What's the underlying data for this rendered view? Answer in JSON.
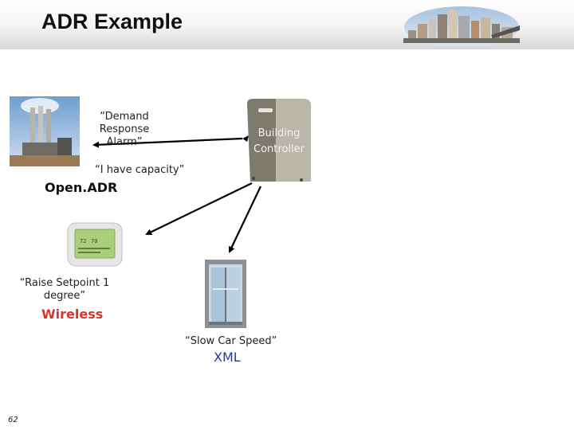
{
  "slide": {
    "title": "ADR Example",
    "page_number": "62"
  },
  "nodes": {
    "power_plant": {
      "icon": "power-plant-icon"
    },
    "building_controller": {
      "icon": "building-controller-icon",
      "label_line1": "Building",
      "label_line2": "Controller"
    },
    "thermostat": {
      "icon": "thermostat-icon"
    },
    "elevator": {
      "icon": "elevator-icon"
    }
  },
  "messages": {
    "demand_response": {
      "line1": "“Demand Response",
      "line2": "Alarm”"
    },
    "have_capacity": "“I have capacity”",
    "raise_setpoint": {
      "line1": "“Raise Setpoint 1",
      "line2": "degree”"
    },
    "slow_car": "“Slow Car Speed”"
  },
  "protocols": {
    "openadr": {
      "label": "Open.ADR",
      "color": "#111111"
    },
    "wireless": {
      "label": "Wireless",
      "color": "#d9342b"
    },
    "xml": {
      "label": "XML",
      "color": "#1f3aa6"
    }
  }
}
